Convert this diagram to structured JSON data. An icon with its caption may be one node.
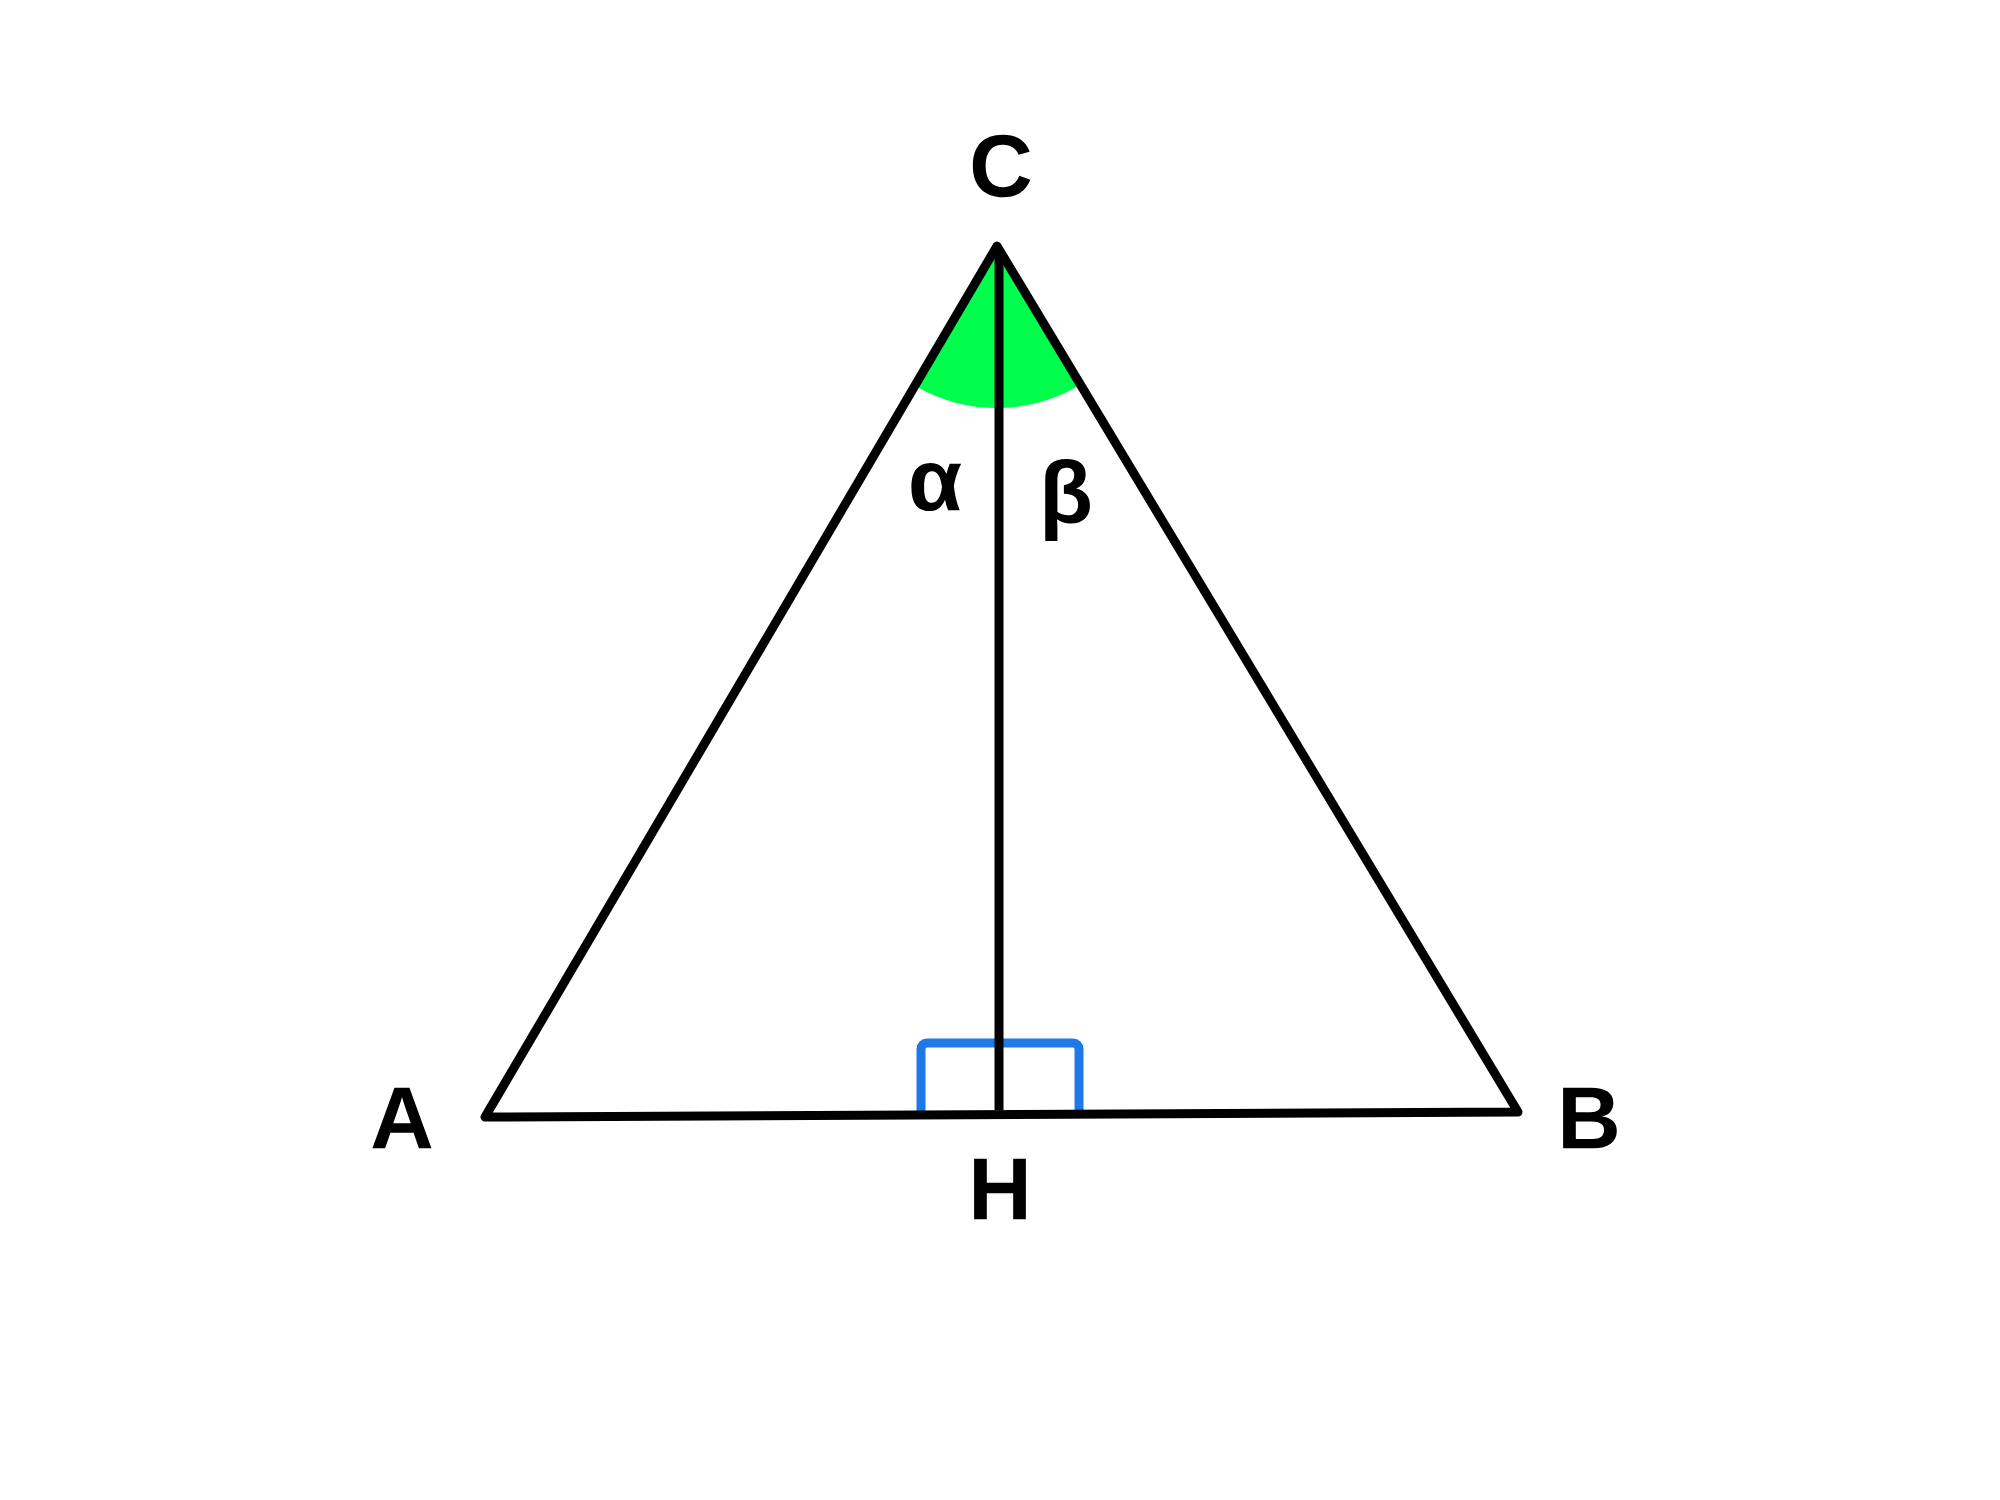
{
  "diagram": {
    "labels": [
      "C",
      "α",
      "β",
      "A",
      "B",
      "H"
    ]
  }
}
